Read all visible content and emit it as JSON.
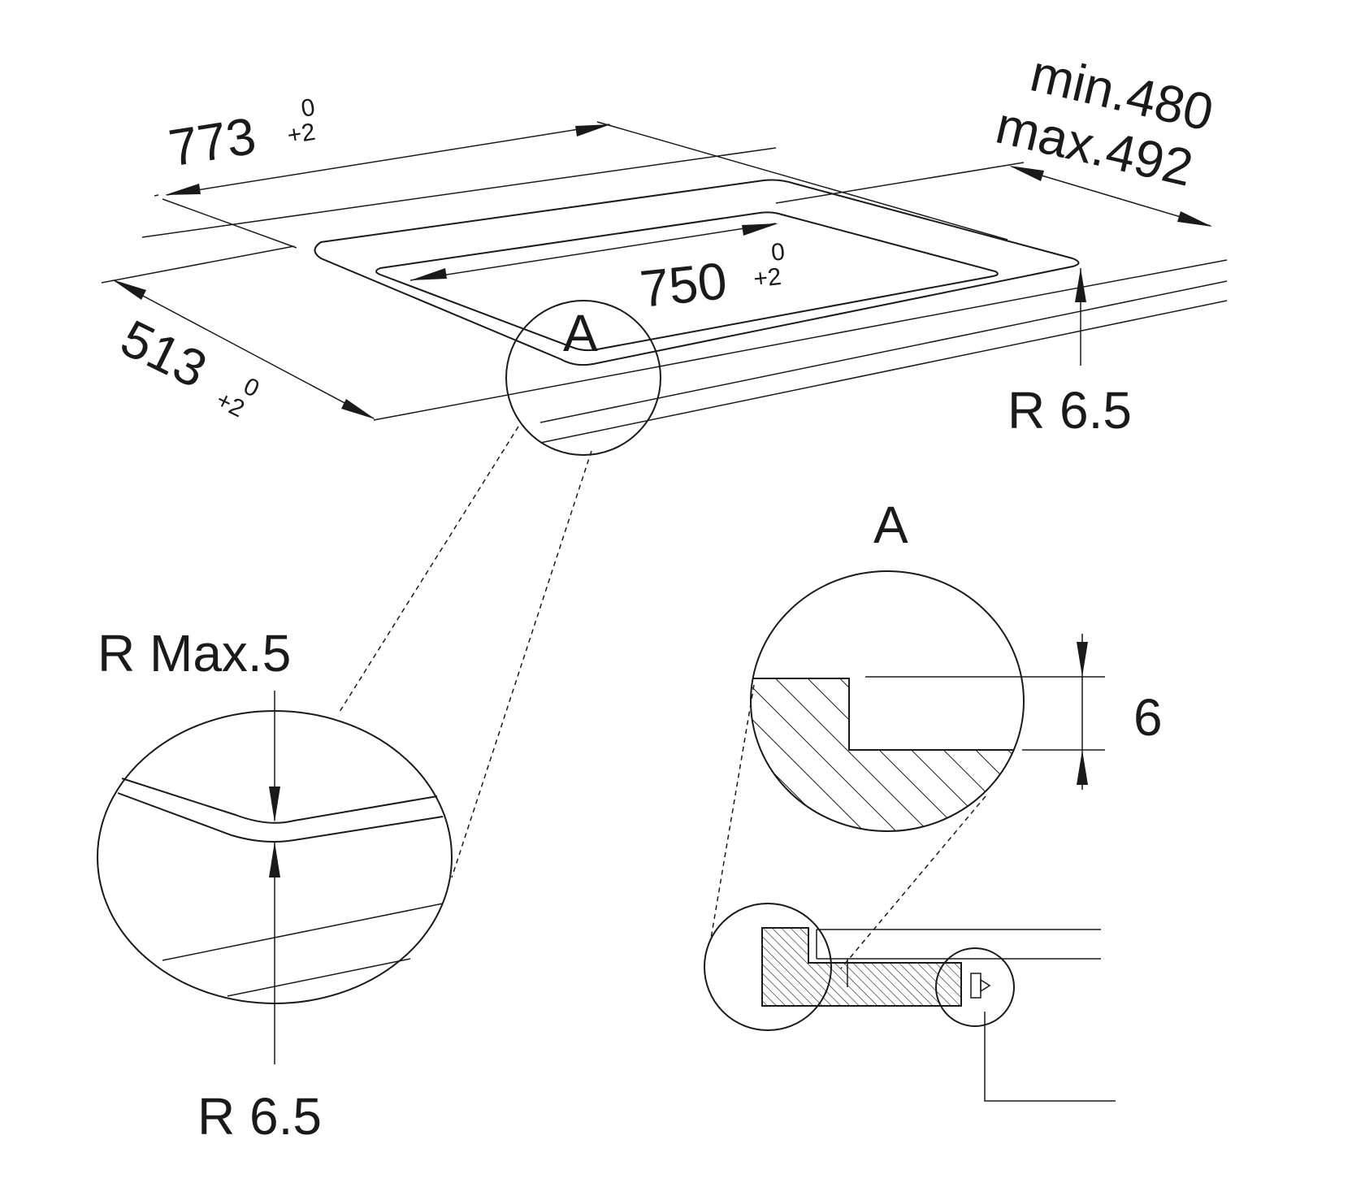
{
  "dimensions": {
    "width_outer": {
      "value": "773",
      "tol_upper": "0",
      "tol_lower": "+2"
    },
    "width_inner": {
      "value": "750",
      "tol_upper": "0",
      "tol_lower": "+2"
    },
    "depth": {
      "value": "513",
      "tol_upper": "0",
      "tol_lower": "+2"
    },
    "min_label": "min.480",
    "max_label": "max.492",
    "corner_radius_top": "R 6.5"
  },
  "detail_labels": {
    "section_mark_top": "A",
    "section_mark_detail": "A",
    "radius_max": "R Max.5",
    "radius_bottom": "R 6.5",
    "step_height": "6"
  }
}
